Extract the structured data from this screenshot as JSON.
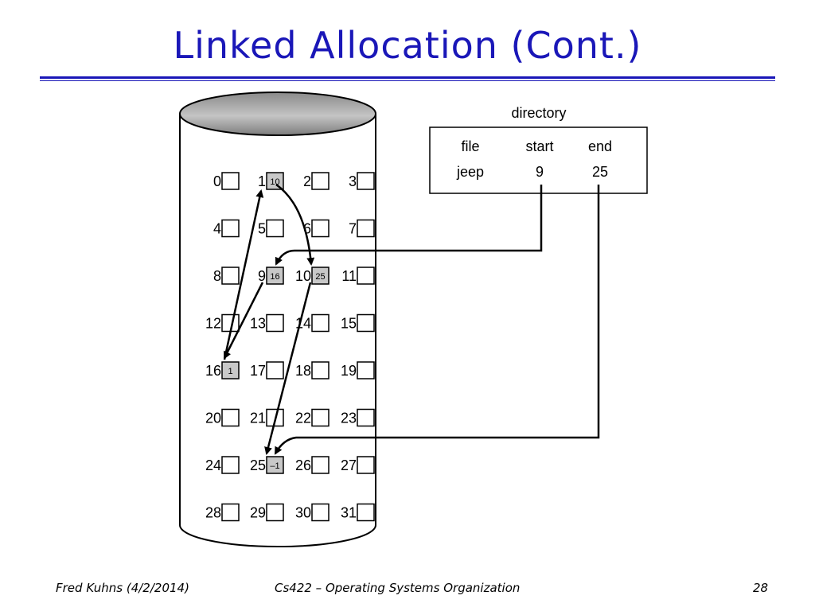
{
  "slide": {
    "title": "Linked Allocation (Cont.)",
    "footer_left": "Fred Kuhns (4/2/2014)",
    "footer_center": "Cs422 – Operating Systems Organization",
    "page_number": "28"
  },
  "directory": {
    "label": "directory",
    "headers": [
      "file",
      "start",
      "end"
    ],
    "row": [
      "jeep",
      "9",
      "25"
    ]
  },
  "disk": {
    "block_count": 32,
    "per_row": 4,
    "used_blocks": [
      {
        "block": 9,
        "next": "16"
      },
      {
        "block": 16,
        "next": "1"
      },
      {
        "block": 1,
        "next": "10"
      },
      {
        "block": 10,
        "next": "25"
      },
      {
        "block": 25,
        "next": "–1"
      }
    ],
    "chain": [
      9,
      16,
      1,
      10,
      25
    ]
  },
  "colors": {
    "title": "#1a17b8",
    "used_block_fill": "#c8c8c8",
    "disk_top": "#a9a9a9"
  }
}
